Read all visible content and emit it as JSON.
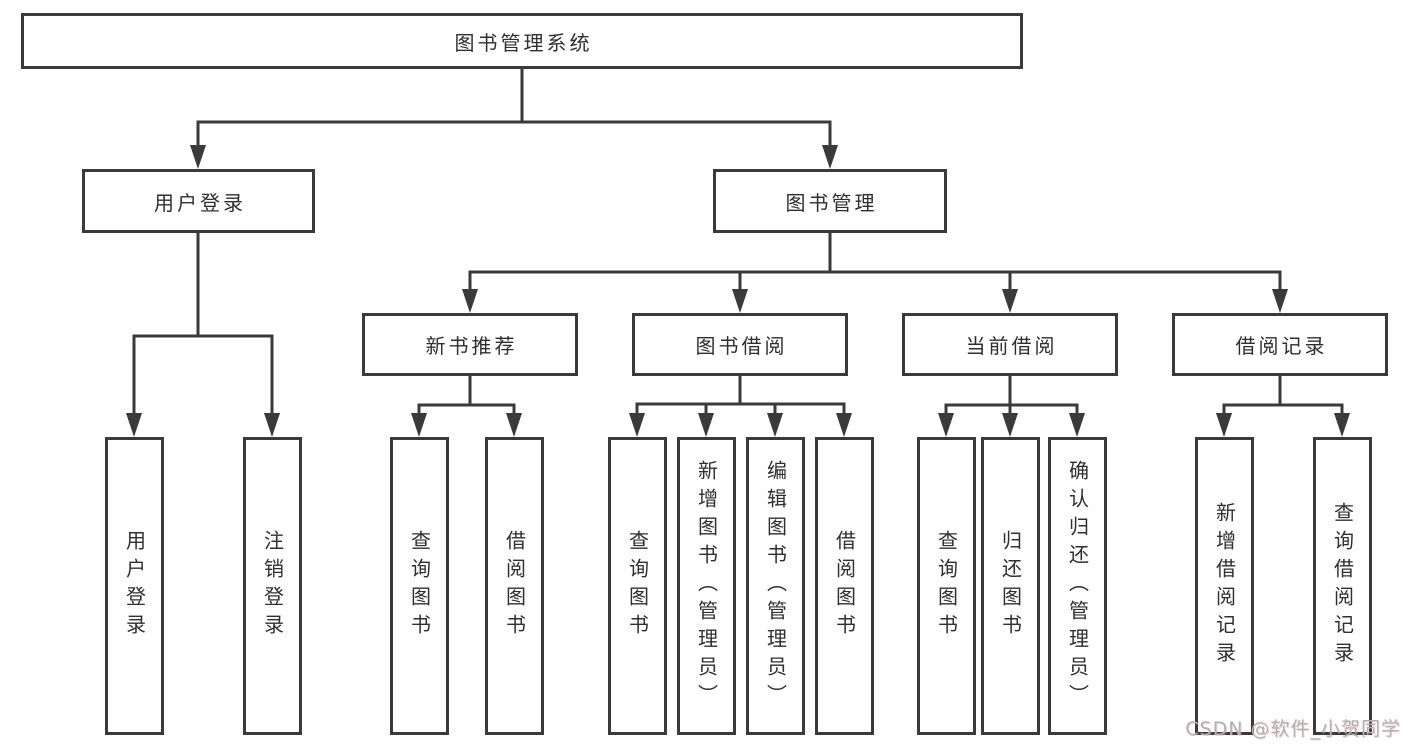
{
  "diagram_type": "hierarchy-tree",
  "tree": {
    "root": {
      "label": "图书管理系统",
      "children": [
        {
          "label": "用户登录",
          "children": [
            {
              "label": "用户登录"
            },
            {
              "label": "注销登录"
            }
          ]
        },
        {
          "label": "图书管理",
          "children": [
            {
              "label": "新书推荐",
              "children": [
                {
                  "label": "查询图书"
                },
                {
                  "label": "借阅图书"
                }
              ]
            },
            {
              "label": "图书借阅",
              "children": [
                {
                  "label": "查询图书"
                },
                {
                  "label": "新增图书（管理员）"
                },
                {
                  "label": "编辑图书（管理员）"
                },
                {
                  "label": "借阅图书"
                }
              ]
            },
            {
              "label": "当前借阅",
              "children": [
                {
                  "label": "查询图书"
                },
                {
                  "label": "归还图书"
                },
                {
                  "label": "确认归还（管理员）"
                }
              ]
            },
            {
              "label": "借阅记录",
              "children": [
                {
                  "label": "新增借阅记录"
                },
                {
                  "label": "查询借阅记录"
                }
              ]
            }
          ]
        }
      ]
    }
  },
  "watermark": {
    "text": "CSDN @软件_小贺同学"
  },
  "colors": {
    "line": "#3a3a3a",
    "box_border": "#3a3a3a",
    "box_fill": "#ffffff",
    "text": "#2f2f2f",
    "watermark": "#b2b2b2",
    "background": "#ffffff"
  }
}
